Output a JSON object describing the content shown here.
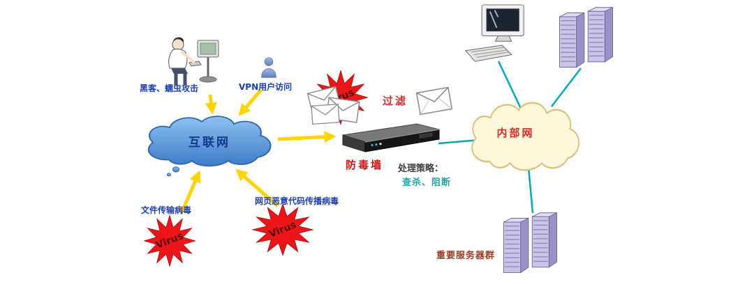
{
  "labels": {
    "hacker_attack": "黑客、蠕虫攻击",
    "vpn_user": "VPN用户访问",
    "internet_cloud": "互联网",
    "file_transfer_virus": "文件传输病毒",
    "web_malicious_code": "网页恶意代码传播病毒",
    "virus_badge": "Virus",
    "filter": "过滤",
    "antivirus_wall": "防毒墙",
    "policy_title": "处理策略：",
    "policy_actions": "查杀、阻断",
    "intranet_cloud": "内部网",
    "server_group": "重要服务器群"
  },
  "colors": {
    "arrow_yellow": "#ffd400",
    "virus_red": "#ee1518",
    "virus_text": "#5c0606",
    "teal_line": "#00a8b8",
    "internet_cloud_blue": "#3d7cc8",
    "intranet_cloud_cream": "#fdf8dc",
    "label_blue": "#1d3fb0",
    "alert_red": "#d42a2a",
    "policy_teal": "#27a5a5",
    "server_label_brown": "#9c3a20"
  }
}
